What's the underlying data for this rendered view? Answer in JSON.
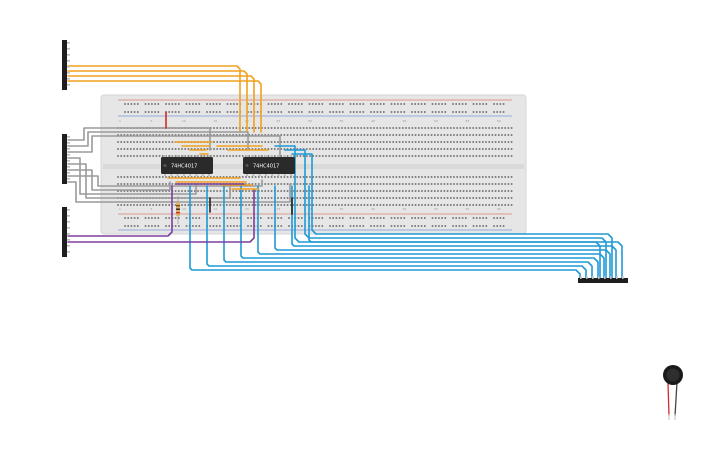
{
  "breadboard": {
    "body_color": "#e6e6e6",
    "hole_color": "#6a6a6a",
    "rail_red": "#d24a3a",
    "rail_blue": "#4a6fd2",
    "column_numbers": [
      "1",
      "5",
      "10",
      "15",
      "20",
      "25",
      "30",
      "35",
      "40",
      "45",
      "50",
      "55",
      "60"
    ]
  },
  "chips": [
    {
      "part": "74HC4017",
      "label": "74HC4017"
    },
    {
      "part": "74HC4017",
      "label": "74HC4017"
    }
  ],
  "headers": {
    "top_left_pins": 8,
    "middle_left_pins": 8,
    "bottom_left_pins": 8,
    "right_pins": 8
  },
  "components": {
    "resistor": "resistor",
    "vibration_motor": "coin-vibration-motor"
  },
  "wire_colors": {
    "orange": "#f2a01e",
    "gray": "#9a9a9a",
    "blue": "#1f9ad6",
    "purple": "#7b3f9e",
    "red": "#d22b2b",
    "black": "#222222"
  }
}
